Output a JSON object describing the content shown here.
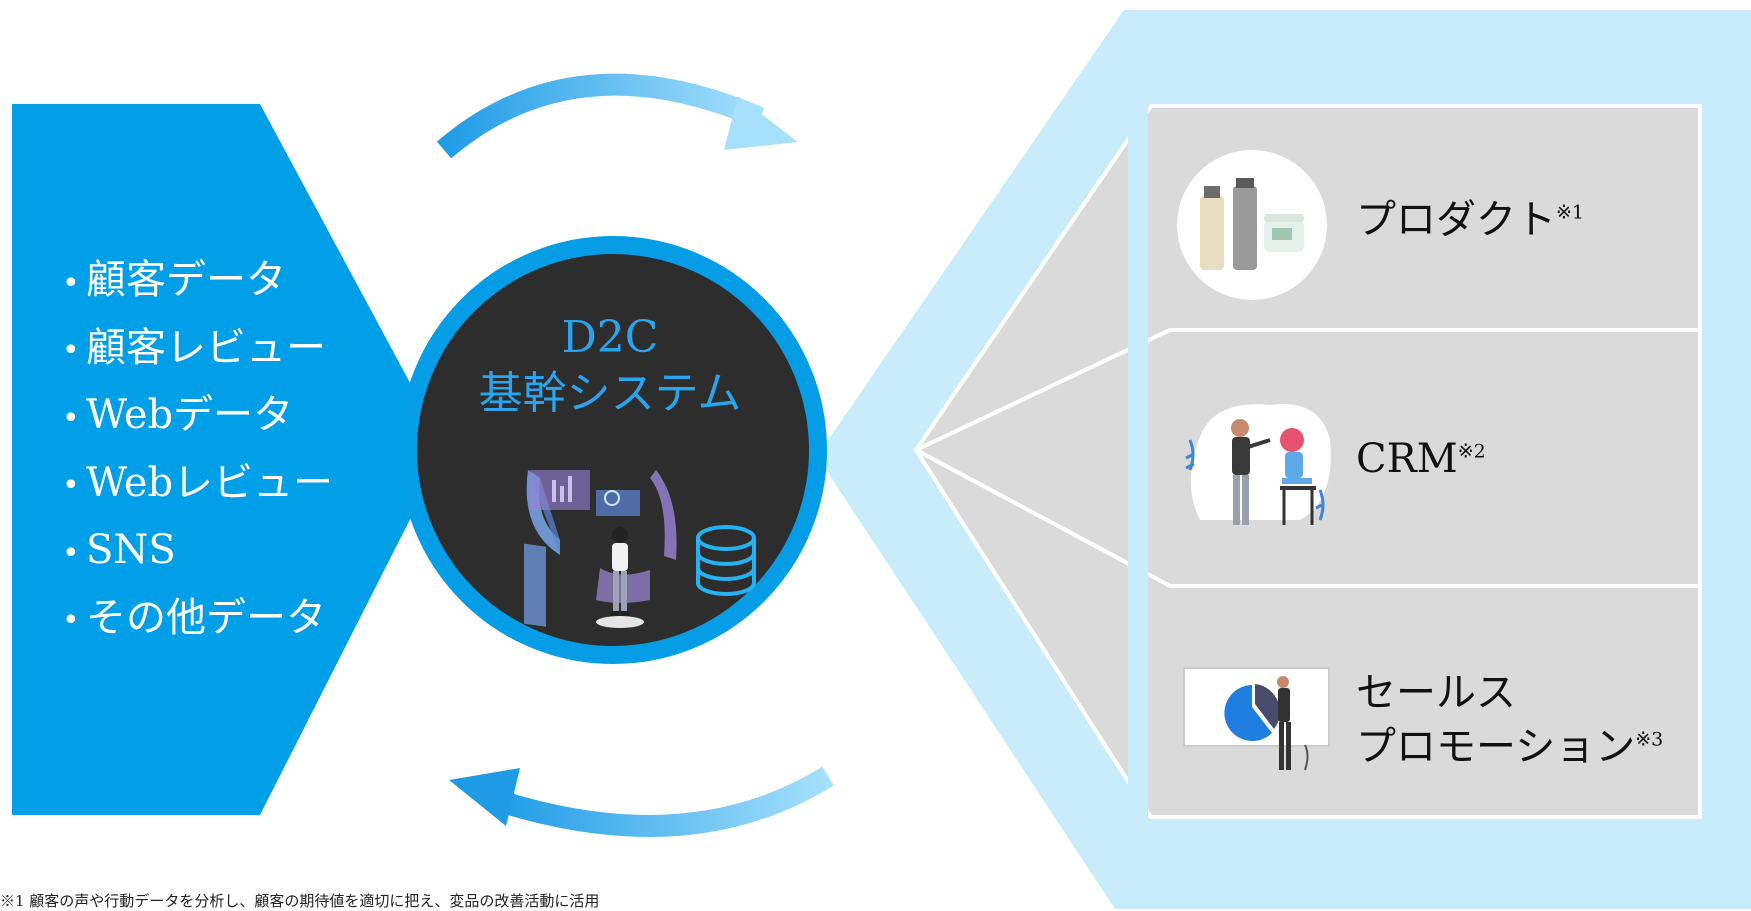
{
  "left_panel": {
    "items": [
      "顧客データ",
      "顧客レビュー",
      "Webデータ",
      "Webレビュー",
      "SNS",
      "その他データ"
    ]
  },
  "hub": {
    "title_line1": "D2C",
    "title_line2": "基幹システム"
  },
  "outputs": [
    {
      "label": "プロダクト",
      "note": "※1",
      "icon": "cosmetics-products-icon"
    },
    {
      "label": "CRM",
      "note": "※2",
      "icon": "makeup-artist-illustration-icon"
    },
    {
      "label_line1": "セールス",
      "label_line2": "プロモーション",
      "note": "※3",
      "icon": "presentation-chart-icon"
    }
  ],
  "footnote": "※1 顧客の声や行動データを分析し、顧客の期待値を適切に把え、変品の改善活動に活用",
  "colors": {
    "left_panel": "#009fe8",
    "hub_ring": "#049de6",
    "hub_fill": "#2d2d2d",
    "right_panel": "#c9ecfb",
    "card_fill": "#dadada",
    "card_border": "#ffffff",
    "arrow_start": "#1f9be6",
    "arrow_end": "#9fdcfb"
  }
}
